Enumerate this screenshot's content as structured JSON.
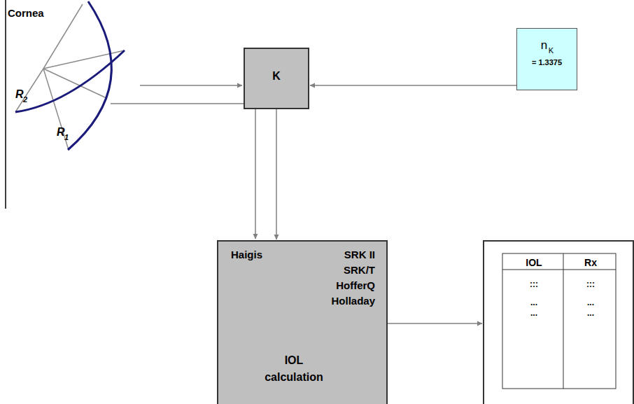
{
  "diagram": {
    "nodes": [
      {
        "text": [
          "K"
        ]
      },
      {
        "text": [
          "n",
          "K",
          "= 1.3375"
        ]
      },
      {
        "text": [
          "Haigis",
          "SRK II",
          "SRK/T",
          "HofferQ",
          "Holladay",
          "IOL calculation"
        ]
      },
      {
        "text": [
          "IOL",
          "Rx",
          ":::",
          ":::",
          "...",
          "...",
          "...",
          "..."
        ]
      }
    ],
    "edges": [
      {
        "from": 1,
        "to": 0,
        "arrow": "to"
      },
      {
        "from": 0,
        "to": 2,
        "arrow": "to"
      },
      {
        "from": 2,
        "to": 3,
        "arrow": "to"
      }
    ],
    "labels": [
      "Cornea",
      "R",
      "2",
      "R",
      "1"
    ]
  }
}
